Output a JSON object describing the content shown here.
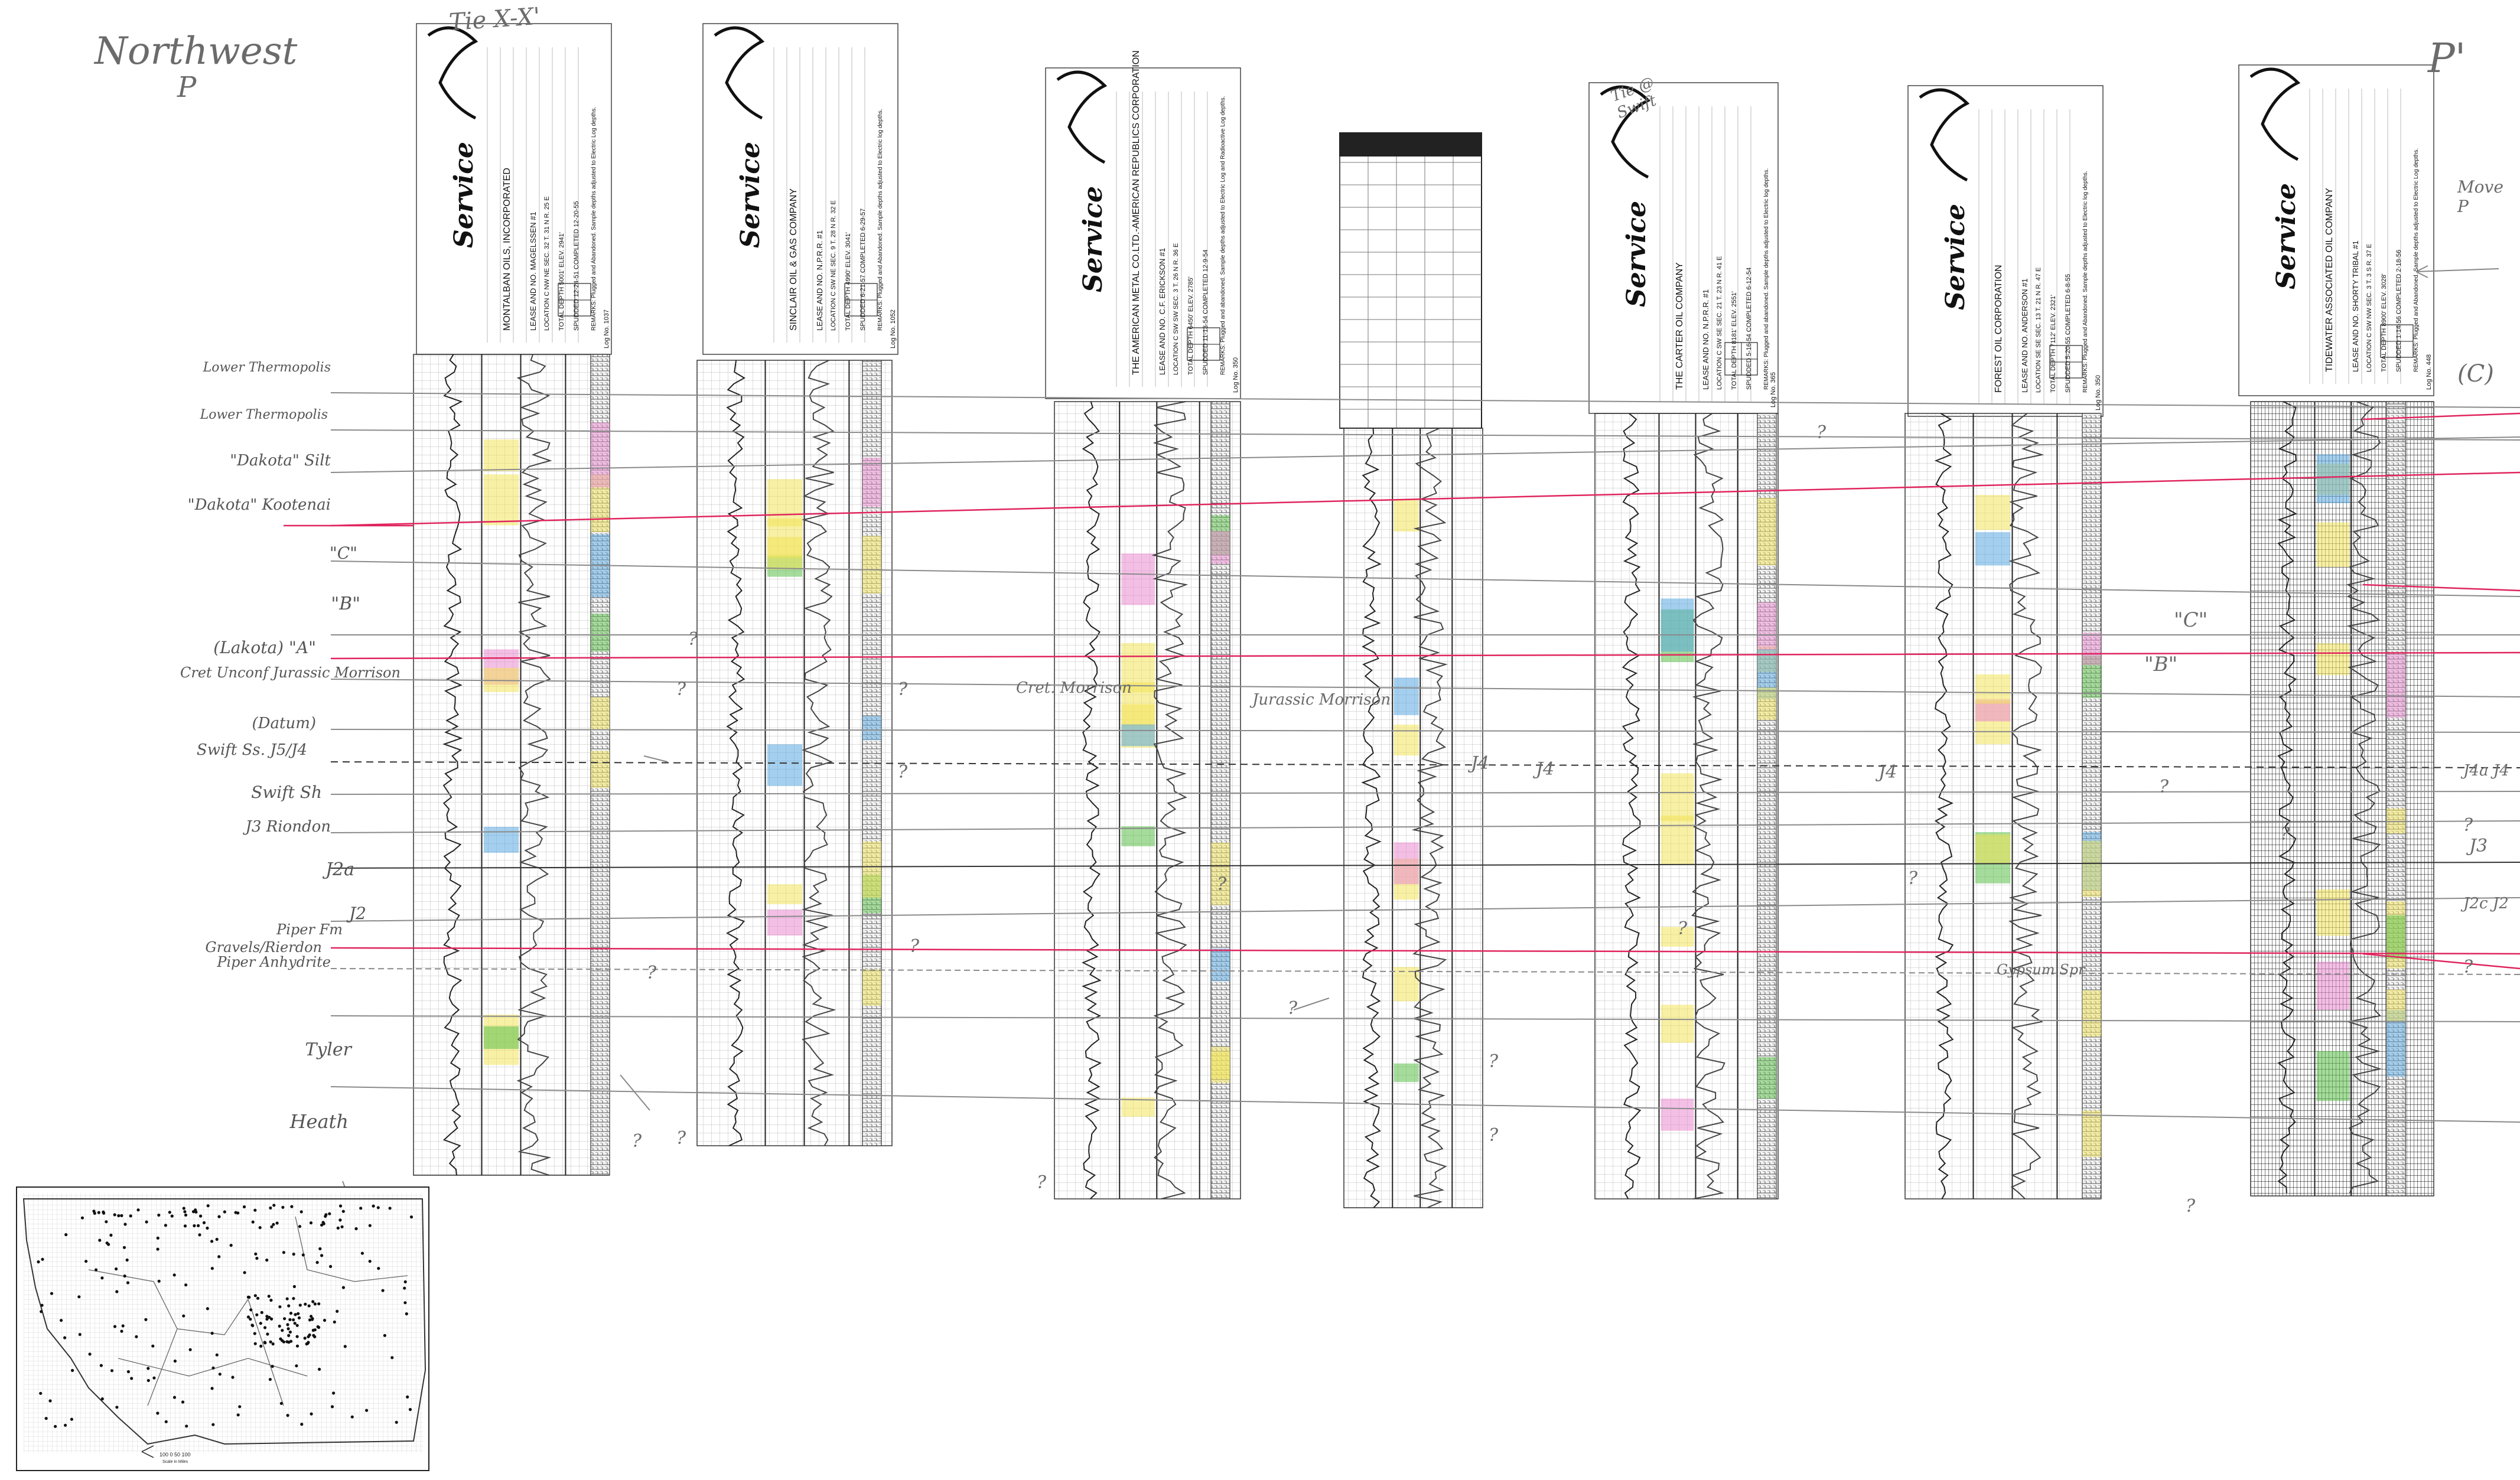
{
  "page": {
    "title_left_line1": "Northwest",
    "title_left_line2": "P",
    "title_right": "P'",
    "xsection_note": "Tie X-X'"
  },
  "colors": {
    "correlation_gray": "#8a8a8a",
    "correlation_red": "#e0245e",
    "correlation_dark": "#333333",
    "highlight_yellow": "#f2e35a",
    "highlight_green": "#5bbf4a",
    "highlight_pink": "#e98ad0",
    "highlight_blue": "#5aa7e0"
  },
  "formation_labels": [
    "Lower Thermopolis",
    "Lower Thermopolis",
    "\"Dakota\" Silt",
    "\"Dakota\" Kootenai",
    "\"C\"",
    "\"B\"",
    "(Lakota) \"A\"",
    "Cret Unconf Jurassic Morrison",
    "(Datum)",
    "Swift Ss. J5/J4",
    "Swift Sh",
    "J3 Riondon",
    "J2a",
    "J2",
    "Piper Fm",
    "Gravels/Rierdon",
    "Piper Anhydrite",
    "Tyler",
    "Heath"
  ],
  "annotations": {
    "cret_morrison": "Cret. Morrison",
    "jurassic_morrison": "Jurassic Morrison",
    "j4_a": "J4",
    "j4_b": "J4",
    "j4_c": "J4",
    "j4_d": "J4a J4",
    "c_right": "\"C\"",
    "b_right": "\"B\"",
    "j3_right": "J3",
    "j2_right": "J2c J2",
    "gypsum_spring": "Gypsum Spr",
    "tie_right": "Tie @ Swift",
    "move_right": "Move P",
    "c_far_right": "(C)",
    "q1": "?",
    "q2": "?",
    "q3": "?",
    "q4": "?",
    "q5": "?",
    "q6": "?",
    "q7": "?",
    "q8": "?",
    "q9": "?",
    "q10": "?",
    "q11": "?",
    "q12": "?",
    "q13": "?",
    "q14": "?",
    "q15": "?",
    "q16": "?",
    "q17": "?",
    "q18": "?",
    "q19": "?",
    "q20": "?",
    "q21": "?"
  },
  "wells": [
    {
      "log_no": "Log No. 1037",
      "brand": "Service",
      "company": "MONTALBAN OILS, INCORPORATED",
      "lease": "LEASE AND NO. MAGELSSEN #1",
      "location": "LOCATION C NW NE SEC. 32 T. 31 N R. 25 E",
      "total_depth": "TOTAL DEPTH 5001'  ELEV. 2941'",
      "spudded": "SPUDDED 12-24-51  COMPLETED 12-20-55",
      "remarks": "REMARKS: Plugged and Abandoned. Sample depths adjusted to Electric Log depths."
    },
    {
      "log_no": "Log No. 1052",
      "brand": "Service",
      "company": "SINCLAIR OIL & GAS COMPANY",
      "lease": "LEASE AND NO. N.P.R.R. #1",
      "location": "LOCATION C SW NE SEC. 9 T. 28 N R. 32 E",
      "total_depth": "TOTAL DEPTH 4990'  ELEV. 3041'",
      "spudded": "SPUDDED 6-21-57  COMPLETED 6-29-57",
      "remarks": "REMARKS: Plugged and Abandoned. Sample depths adjusted to Electric log depths."
    },
    {
      "log_no": "Log No. 350",
      "brand": "Service",
      "company": "THE AMERICAN METAL CO.LTD.-AMERICAN REPUBLICS CORPORATION",
      "lease": "LEASE AND NO. C.F. ERICKSON #1",
      "location": "LOCATION C SW SW SEC. 3 T. 26 N R. 36 E",
      "total_depth": "TOTAL DEPTH 6450'  ELEV. 2785'",
      "spudded": "SPUDDED 11-13-54  COMPLETED 12-9-54",
      "remarks": "REMARKS: Plugged and abandoned. Sample depths adjusted to Electric Log and Radioactive Log depths."
    },
    {
      "log_no": "",
      "brand": "",
      "company": "",
      "lease": "",
      "location": "",
      "total_depth": "",
      "spudded": "",
      "remarks": ""
    },
    {
      "log_no": "Log No. 365",
      "brand": "Service",
      "company": "THE CARTER OIL COMPANY",
      "lease": "LEASE AND NO. N.P.R.R. #1",
      "location": "LOCATION C SW SE SEC. 21 T. 23 N R. 41 E",
      "total_depth": "TOTAL DEPTH 8181'  ELEV. 2551'",
      "spudded": "SPUDDED 5-16-54  COMPLETED 6-12-54",
      "remarks": "REMARKS: Plugged and abandoned. Sample depths adjusted to Electric log depths."
    },
    {
      "log_no": "Log No. 350",
      "brand": "Service",
      "company": "FOREST OIL CORPORATION",
      "lease": "LEASE AND NO. ANDERSON #1",
      "location": "LOCATION SE SE SEC. 13 T. 21 N R. 47 E",
      "total_depth": "TOTAL DEPTH 7112'  ELEV. 2321'",
      "spudded": "SPUDDED 5-20-55  COMPLETED 6-8-55",
      "remarks": "REMARKS: Plugged and Abandoned. Sample depths adjusted to Electric log depths."
    },
    {
      "log_no": "Log No. 448",
      "brand": "Service",
      "company": "TIDEWATER ASSOCIATED OIL COMPANY",
      "lease": "LEASE AND NO. SHORTY TRIBAL #1",
      "location": "LOCATION C SW NW SEC. 3 T. 3 S R. 37 E",
      "total_depth": "TOTAL DEPTH 8900'  ELEV. 3028'",
      "spudded": "SPUDDED 1-14-56  COMPLETED 2-18-56",
      "remarks": "REMARKS: Plugged and Abandoned. Sample depths adjusted to Electric Log depths."
    }
  ],
  "map": {
    "scale_label": "100 0 50 100",
    "scale_sub": "Scale in Miles"
  }
}
